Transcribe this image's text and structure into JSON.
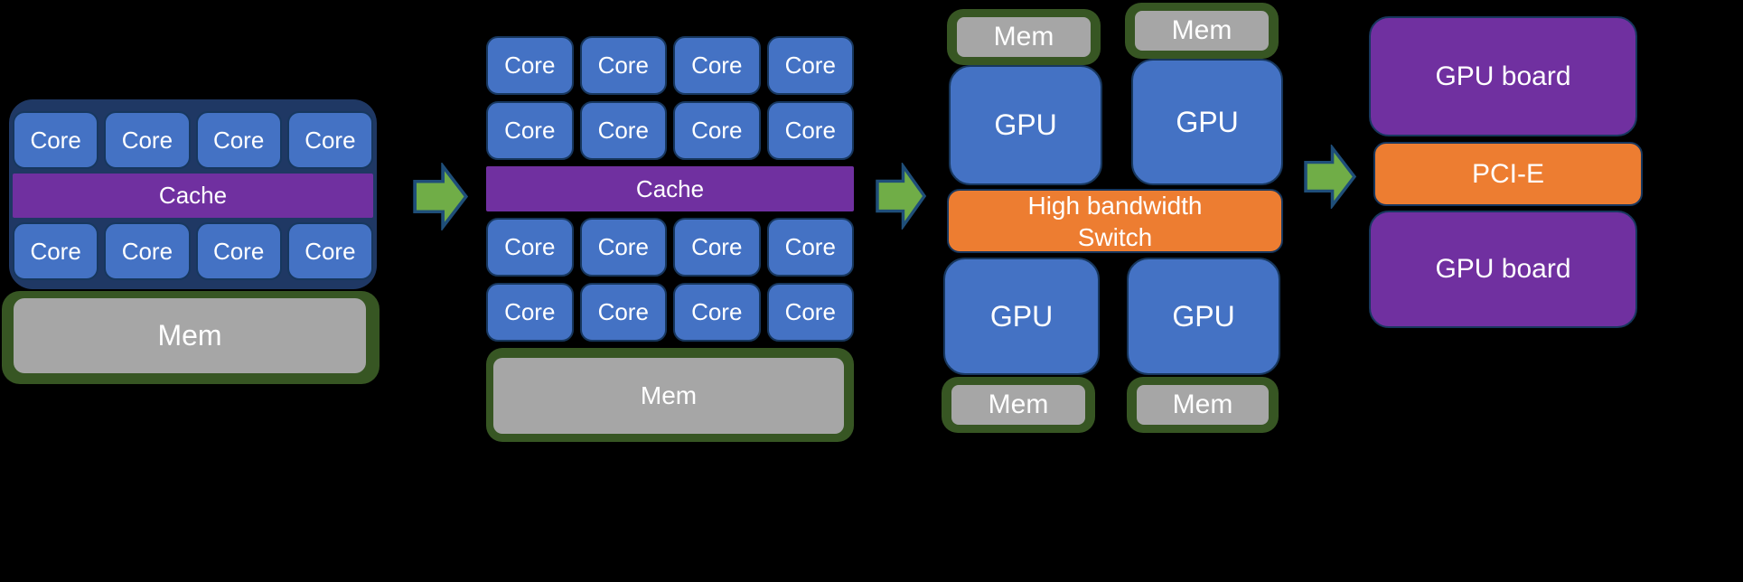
{
  "background_color": "#000000",
  "palette": {
    "core_blue": "#4472C4",
    "chip_navy": "#1F3864",
    "cache_purple": "#7030A0",
    "mem_gray": "#A6A6A6",
    "mem_green_border": "#375623",
    "arrow_green": "#70AD47",
    "arrow_outline_navy": "#1F4E79",
    "switch_orange": "#ED7D31",
    "board_purple": "#7030A0",
    "text_white": "#FFFFFF"
  },
  "multicore_cpu": {
    "core_label": "Core",
    "cache_label": "Cache",
    "mem_label": "Mem",
    "core_rows": 2,
    "cores_per_row": 4,
    "core_count": 8
  },
  "manycore_cpu": {
    "core_label": "Core",
    "cache_label": "Cache",
    "mem_label": "Mem",
    "core_rows": 4,
    "cores_per_row": 4,
    "core_count": 16
  },
  "gpu_node": {
    "gpu_label": "GPU",
    "mem_label": "Mem",
    "switch_line1": "High bandwidth",
    "switch_line2": "Switch",
    "gpu_count": 4,
    "mem_count": 4
  },
  "gpu_server": {
    "board_label": "GPU board",
    "pcie_label": "PCI-E",
    "board_count": 2
  },
  "flow_arrow_count": 3
}
